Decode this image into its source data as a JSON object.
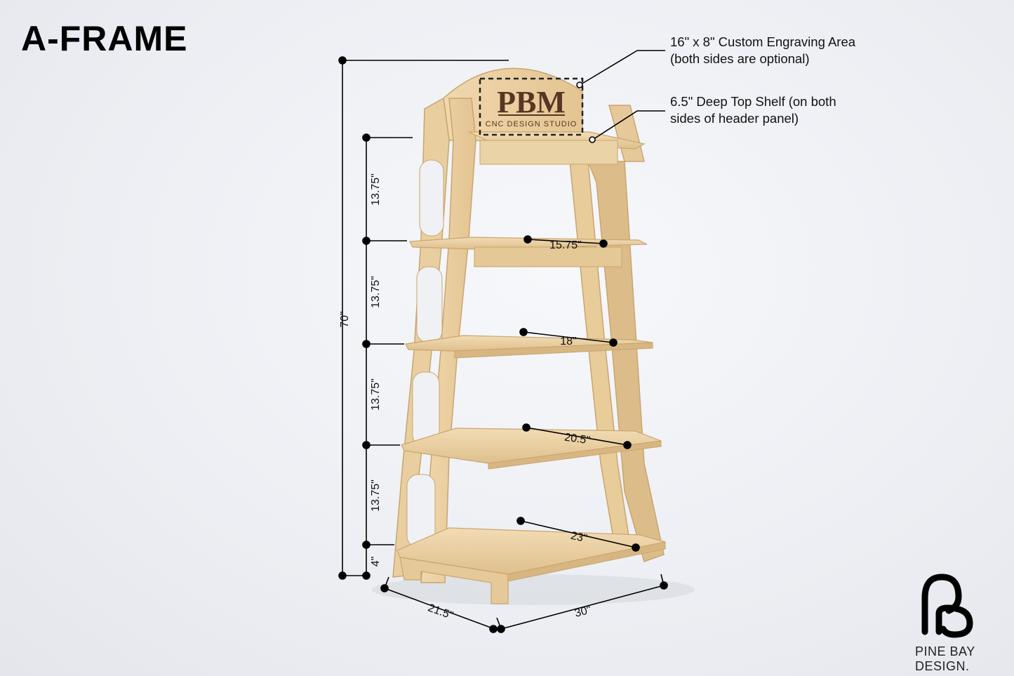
{
  "title": "A-FRAME",
  "callouts": {
    "engraving": [
      "16\" x 8\" Custom Engraving Area",
      "(both sides are optional)"
    ],
    "top_shelf": [
      "6.5\" Deep Top Shelf (on both",
      "sides of header panel)"
    ]
  },
  "header_logo": {
    "initials": "PBM",
    "subtitle": "CNC DESIGN STUDIO"
  },
  "dimensions": {
    "total_height": "70\"",
    "shelf_spacing": [
      "13.75\"",
      "13.75\"",
      "13.75\"",
      "13.75\""
    ],
    "base_height": "4\"",
    "depth": "21.5\"",
    "width": "30\"",
    "shelf_widths": [
      "15.75\"",
      "18\"",
      "20.5\"",
      "23\""
    ]
  },
  "brand": {
    "name": "PINE BAY DESIGN.",
    "logo_icon": "pb-monogram-icon"
  },
  "colors": {
    "wood": "#ecd2a4",
    "wood_shade": "#d9b987",
    "wood_edge": "#c9a56f",
    "engraving": "#5a3524",
    "dimension_line": "#000000"
  }
}
